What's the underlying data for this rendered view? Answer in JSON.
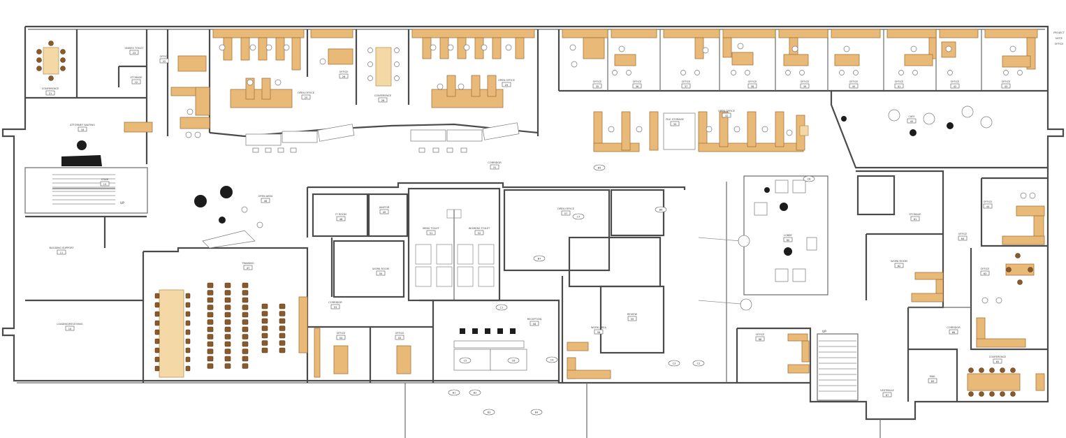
{
  "rooms": [
    {
      "id": "conf-nw",
      "name": "CONFERENCE",
      "num": "21"
    },
    {
      "id": "lobby-waiting",
      "name": "ATTORNEY WAITING",
      "num": "16"
    },
    {
      "id": "stair-w",
      "name": "STAIR",
      "num": "13"
    },
    {
      "id": "storage-w",
      "name": "STORAGE",
      "num": "12"
    },
    {
      "id": "office-w1",
      "name": "OFFICE",
      "num": "22"
    },
    {
      "id": "toilet-w",
      "name": "UNISEX TOILET",
      "num": "23"
    },
    {
      "id": "open-office-n1",
      "name": "OPEN OFFICE",
      "num": "25"
    },
    {
      "id": "office-n1",
      "name": "OFFICE",
      "num": "26"
    },
    {
      "id": "conf-n",
      "name": "CONFERENCE",
      "num": "28"
    },
    {
      "id": "open-office-n2",
      "name": "OPEN OFFICE",
      "num": "29"
    },
    {
      "id": "corridor-n",
      "name": "CORRIDOR",
      "num": "31"
    },
    {
      "id": "open-office-c",
      "name": "OPEN OFFICE",
      "num": "32"
    },
    {
      "id": "file-storage",
      "name": "FILE STORAGE",
      "num": "33"
    },
    {
      "id": "office-e1",
      "name": "OFFICE",
      "num": "35"
    },
    {
      "id": "office-e2",
      "name": "OFFICE",
      "num": "36"
    },
    {
      "id": "office-e3",
      "name": "OFFICE",
      "num": "37"
    },
    {
      "id": "office-e4",
      "name": "OFFICE",
      "num": "38"
    },
    {
      "id": "office-e5",
      "name": "OFFICE",
      "num": "39"
    },
    {
      "id": "office-e6",
      "name": "OFFICE",
      "num": "40"
    },
    {
      "id": "office-e7",
      "name": "OFFICE",
      "num": "41"
    },
    {
      "id": "office-e8",
      "name": "OFFICE",
      "num": "42"
    },
    {
      "id": "office-e9",
      "name": "OFFICE",
      "num": "43"
    },
    {
      "id": "office-e10",
      "name": "OFFICE",
      "num": "44"
    },
    {
      "id": "cafe-ne",
      "name": "CAFE",
      "num": "45"
    },
    {
      "id": "open-area",
      "name": "OPEN AREA",
      "num": "46"
    },
    {
      "id": "building-fire",
      "name": "BUILDING SUPPORT",
      "num": "11"
    },
    {
      "id": "loading",
      "name": "LOADING/RECEIVING",
      "num": "10"
    },
    {
      "id": "training",
      "name": "TRAINING",
      "num": "47"
    },
    {
      "id": "it-room",
      "name": "IT ROOM",
      "num": "48"
    },
    {
      "id": "janitor",
      "name": "JANITOR",
      "num": "49"
    },
    {
      "id": "work-room",
      "name": "WORK ROOM",
      "num": "50"
    },
    {
      "id": "mens-toilet",
      "name": "MENS TOILET",
      "num": "51"
    },
    {
      "id": "womens-toilet",
      "name": "WOMENS TOILET",
      "num": "52"
    },
    {
      "id": "corridor-c",
      "name": "CORRIDOR",
      "num": "53"
    },
    {
      "id": "office-s1",
      "name": "OFFICE",
      "num": "54"
    },
    {
      "id": "office-s2",
      "name": "OFFICE",
      "num": "55"
    },
    {
      "id": "reception",
      "name": "RECEPTION",
      "num": "56"
    },
    {
      "id": "open-office-s",
      "name": "OPEN OFFICE",
      "num": "57"
    },
    {
      "id": "work-area",
      "name": "WORK AREA",
      "num": "58"
    },
    {
      "id": "review",
      "name": "REVIEW",
      "num": "59"
    },
    {
      "id": "lobby",
      "name": "LOBBY",
      "num": "60"
    },
    {
      "id": "storage-e",
      "name": "STORAGE",
      "num": "61"
    },
    {
      "id": "work-room-e",
      "name": "WORK ROOM",
      "num": "62"
    },
    {
      "id": "office-se1",
      "name": "OFFICE",
      "num": "63"
    },
    {
      "id": "office-se2",
      "name": "OFFICE",
      "num": "64"
    },
    {
      "id": "conference-se",
      "name": "CONFERENCE",
      "num": "65"
    },
    {
      "id": "corridor-e",
      "name": "CORRIDOR",
      "num": "66"
    },
    {
      "id": "vestibule",
      "name": "VESTIBULE",
      "num": "67"
    },
    {
      "id": "office-se3",
      "name": "OFFICE",
      "num": "68"
    },
    {
      "id": "mail",
      "name": "MAIL",
      "num": "69"
    }
  ],
  "markers": {
    "up_left": "UP",
    "up_right": "UP",
    "keys": [
      "B1",
      "B2",
      "B3",
      "B4",
      "B5",
      "B6",
      "B7",
      "C1",
      "C2",
      "C3",
      "C4",
      "C5",
      "C6",
      "C7",
      "C8"
    ]
  },
  "legend_right": [
    "PROJECT",
    "NOTE",
    "OFFICE"
  ]
}
